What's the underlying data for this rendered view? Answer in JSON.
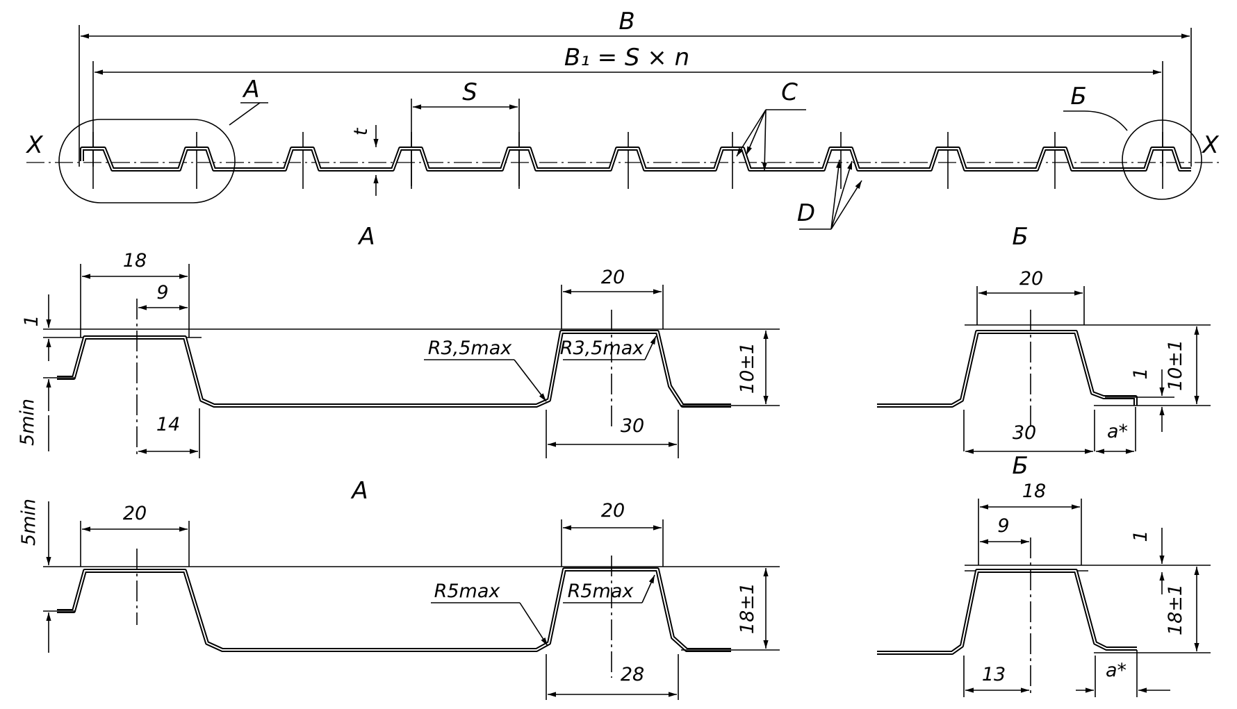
{
  "labels": {
    "overall_width": "B",
    "working_width": "B₁ = S × n",
    "pitch": "S",
    "thickness": "t",
    "node_a": "A",
    "node_b": "Б",
    "axis_left": "X",
    "axis_right": "X",
    "callout_c": "C",
    "callout_d": "D"
  },
  "view_a_top": {
    "title": "A",
    "d_18": "18",
    "d_9": "9",
    "d_1": "1",
    "d_5min": "5min",
    "d_14": "14",
    "d_20": "20",
    "d_30": "30",
    "height": "10±1",
    "radius_outer": "R3,5max",
    "radius_inner": "R3,5max"
  },
  "view_b_top": {
    "title": "Б",
    "d_20": "20",
    "d_30": "30",
    "d_1": "1",
    "height": "10±1",
    "a": "a*"
  },
  "view_a_bottom": {
    "title": "A",
    "d_5min": "5min",
    "d_20_left": "20",
    "d_20_right": "20",
    "d_28": "28",
    "height": "18±1",
    "radius_outer": "R5max",
    "radius_inner": "R5max"
  },
  "view_b_bottom": {
    "title": "Б",
    "d_18": "18",
    "d_9": "9",
    "d_13": "13",
    "d_1": "1",
    "height": "18±1",
    "a": "a*"
  }
}
